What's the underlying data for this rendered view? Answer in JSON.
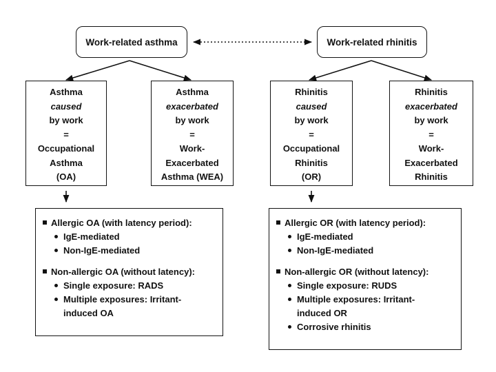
{
  "roots": {
    "asthma": "Work-related asthma",
    "rhinitis": "Work-related rhinitis"
  },
  "boxes": {
    "oa": [
      "Asthma",
      "caused",
      "by work",
      "=",
      "Occupational",
      "Asthma",
      "(OA)"
    ],
    "wea": [
      "Asthma",
      "exacerbated",
      "by work",
      "=",
      "Work-",
      "Exacerbated",
      "Asthma (WEA)"
    ],
    "or": [
      "Rhinitis",
      "caused",
      "by work",
      "=",
      "Occupational",
      "Rhinitis",
      "(OR)"
    ],
    "wer": [
      "Rhinitis",
      "exacerbated",
      "by work",
      "=",
      "Work-",
      "Exacerbated",
      "Rhinitis"
    ]
  },
  "asthma_list": {
    "allergic": "Allergic OA (with latency period):",
    "ige": "IgE-mediated",
    "nonige": "Non-IgE-mediated",
    "nonallergic": "Non-allergic OA (without latency):",
    "single": "Single exposure: RADS",
    "multiple_1": "Multiple exposures: Irritant-",
    "multiple_2": "induced OA"
  },
  "rhinitis_list": {
    "allergic": "Allergic OR (with latency period):",
    "ige": "IgE-mediated",
    "nonige": "Non-IgE-mediated",
    "nonallergic": "Non-allergic OR (without latency):",
    "single": "Single exposure: RUDS",
    "multiple_1": "Multiple exposures: Irritant-",
    "multiple_2": "induced OR",
    "corrosive": "Corrosive rhinitis"
  }
}
